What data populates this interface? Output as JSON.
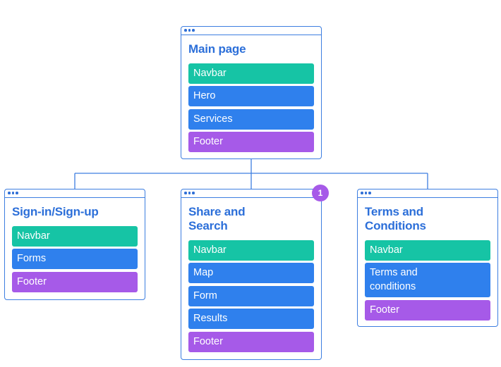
{
  "main_card": {
    "title": "Main page",
    "blocks": [
      "Navbar",
      "Hero",
      "Services",
      "Footer"
    ]
  },
  "signin_card": {
    "title": "Sign-in/Sign-up",
    "blocks": [
      "Navbar",
      "Forms",
      "Footer"
    ]
  },
  "share_card": {
    "title": "Share and\nSearch",
    "badge": "1",
    "blocks": [
      "Navbar",
      "Map",
      "Form",
      "Results",
      "Footer"
    ]
  },
  "terms_card": {
    "title": "Terms and\nConditions",
    "blocks": [
      "Navbar",
      "Terms and\nconditions",
      "Footer"
    ]
  },
  "colors": {
    "border": "#3d7ee0",
    "title": "#2c6fd9",
    "navbar": "#16c4a5",
    "content": "#2f80ed",
    "footer": "#a65ae8"
  }
}
